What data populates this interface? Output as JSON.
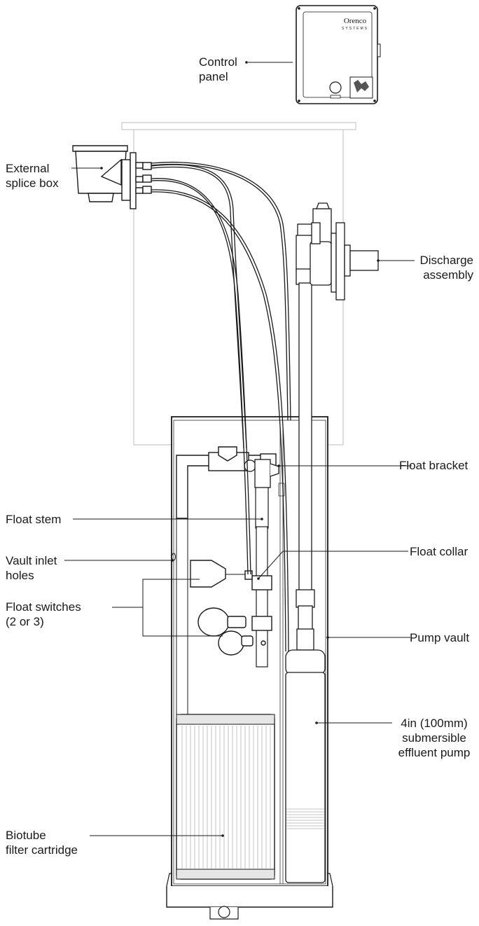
{
  "labels": {
    "control_panel": [
      "Control",
      "panel"
    ],
    "external_splice_box": [
      "External",
      "splice box"
    ],
    "discharge_assembly": [
      "Discharge",
      "assembly"
    ],
    "float_bracket": [
      "Float bracket"
    ],
    "float_stem": [
      "Float stem"
    ],
    "float_collar": [
      "Float collar"
    ],
    "float_switches": [
      "Float switches",
      "(2 or 3)"
    ],
    "pump_vault": [
      "Pump vault"
    ],
    "vault_inlet_holes": [
      "Vault inlet",
      "holes"
    ],
    "pump": [
      "4in (100mm)",
      "submersible",
      "effluent pump"
    ],
    "biotube": [
      "Biotube",
      "filter cartridge"
    ]
  },
  "control_panel_brand": [
    "Orenco",
    "SYSTEMS"
  ],
  "colors": {
    "line": "#1a1a1a",
    "riser": "#c8c8c8",
    "filter": "#d9d9d9",
    "panel_fill": "#ffffff"
  }
}
